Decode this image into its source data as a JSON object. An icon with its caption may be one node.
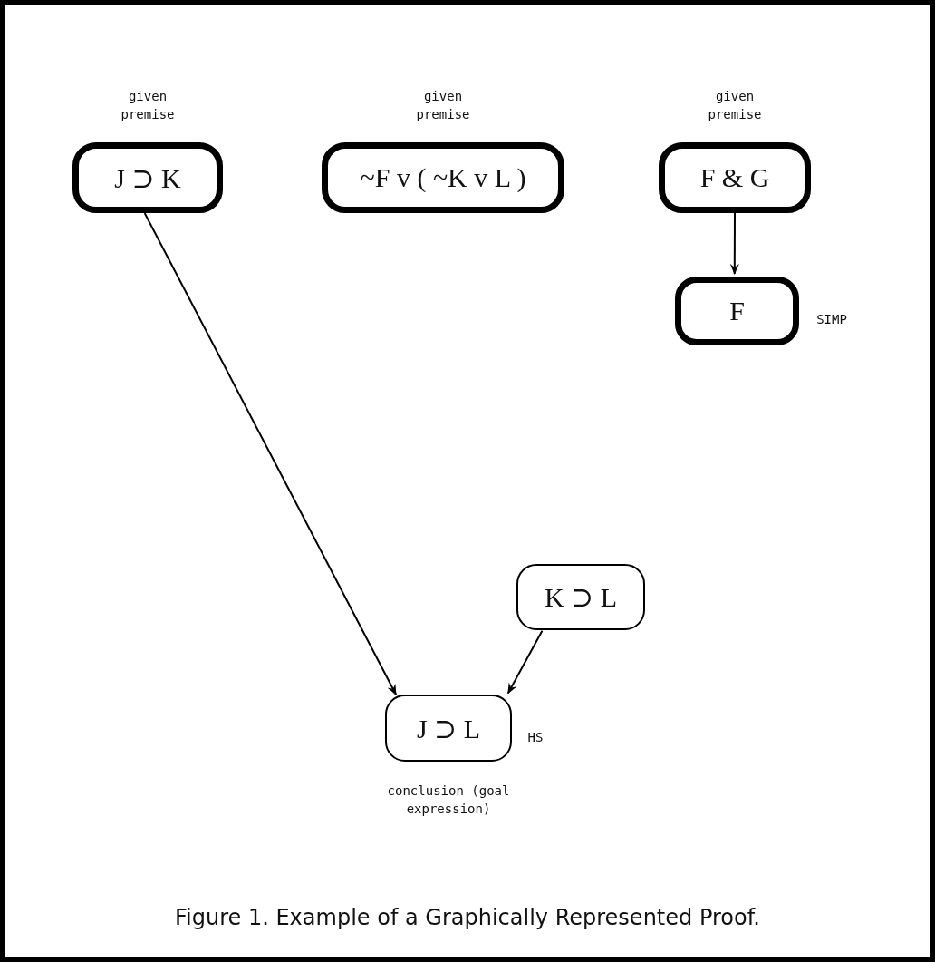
{
  "diagram": {
    "caption": "Figure 1. Example of a Graphically Represented Proof.",
    "nodes": [
      {
        "text": [
          "J ⊃ K"
        ],
        "beside": [
          "given premise"
        ]
      },
      {
        "text": [
          "~F v ( ~K v L )"
        ],
        "beside": [
          "given premise"
        ]
      },
      {
        "text": [
          "F & G"
        ],
        "beside": [
          "given premise"
        ]
      },
      {
        "text": [
          "F"
        ],
        "beside": [
          "SIMP"
        ]
      },
      {
        "text": [
          "K ⊃ L"
        ]
      },
      {
        "text": [
          "J ⊃ L"
        ],
        "beside": [
          "HS",
          "conclusion (goal expression)"
        ]
      }
    ],
    "edges": [
      {
        "from": 2,
        "to": 3,
        "arrow": "to"
      },
      {
        "from": 0,
        "to": 5,
        "arrow": "to"
      },
      {
        "from": 4,
        "to": 5,
        "arrow": "to"
      }
    ]
  }
}
